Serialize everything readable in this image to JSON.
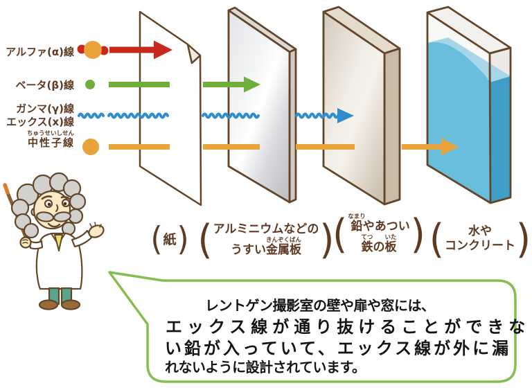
{
  "legend": {
    "rows": [
      {
        "id": "alpha",
        "label": "アルファ(α)線",
        "color": "#c9281c"
      },
      {
        "id": "beta",
        "label": "ベータ(β)線",
        "color": "#6fae3b"
      },
      {
        "id": "gamma-x",
        "label": "ガンマ(γ)線",
        "label2": "エックス(x)線",
        "color": "#2e8ecb"
      },
      {
        "id": "neutron",
        "label": "中性子線",
        "furigana": "ちゅうせいしせん",
        "color": "#e8a33b"
      }
    ]
  },
  "materials": [
    {
      "name": "紙"
    },
    {
      "line1": "アルミニウムなどの",
      "line2_pre": "うすい",
      "line2_ruby_base": "金属板",
      "line2_ruby_text": "きんぞくばん"
    },
    {
      "line1_ruby_base": "鉛",
      "line1_ruby_text": "なまり",
      "line1_rest": "やあつい",
      "line2_ruby1_base": "鉄",
      "line2_ruby1_text": "てつ",
      "line2_mid": "の",
      "line2_ruby2_base": "板",
      "line2_ruby2_text": "いた"
    },
    {
      "line1": "水や",
      "line2": "コンクリート"
    }
  ],
  "punct": {
    "open": "(",
    "close": ")"
  },
  "speech_bubble": {
    "lines": [
      "レントゲン撮影室の壁や扉や窓には、",
      "エックス線が通り抜けることができな",
      "い鉛が入っていて、エックス線が外に漏",
      "れないように設計されています。"
    ],
    "border_color": "#84be50"
  },
  "colors": {
    "text_brown": "#5d3a21",
    "outline_brown": "#63452a",
    "alpha_red": "#c9281c",
    "beta_green": "#6fae3b",
    "gamma_blue": "#2e8ecb",
    "neutron_orange": "#e8a33b",
    "water_blue": "#69bedc",
    "water_side_blue": "#3f9ec6",
    "water_surface_blue": "#a6d6e8",
    "bubble_green": "#84be50",
    "coat_white": "#ffffff",
    "pants_green": "#58a68c",
    "skin": "#f9e9c4",
    "hair_gray": "#d2d1cd"
  }
}
